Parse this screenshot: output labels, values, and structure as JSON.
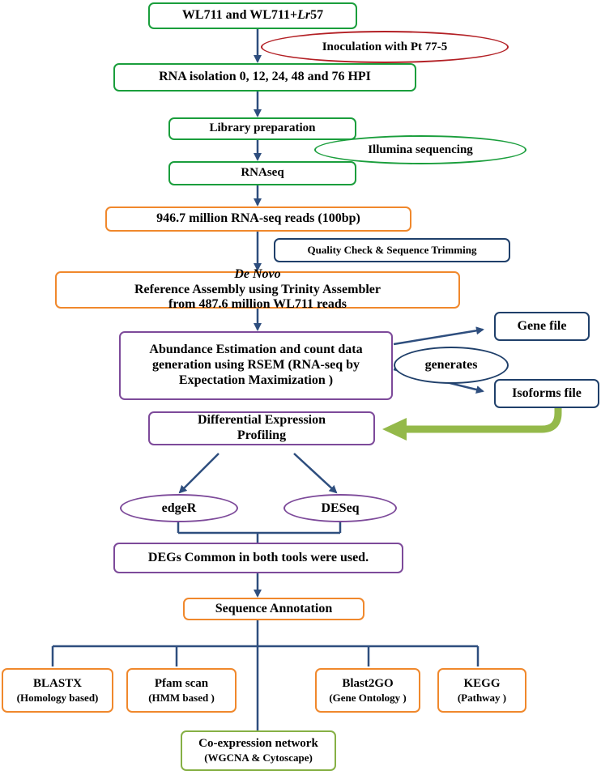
{
  "nodes": {
    "start": {
      "prefix": "WL711 and WL711+",
      "italic": "Lr",
      "suffix": "57"
    },
    "inoculation": "Inoculation with Pt 77-5",
    "rna_isolation": "RNA isolation 0, 12, 24, 48 and 76 HPI",
    "library_prep": "Library preparation",
    "illumina": "Illumina sequencing",
    "rnaseq": "RNAseq",
    "reads": "946.7 million RNA-seq reads (100bp)",
    "quality_check": "Quality Check & Sequence Trimming",
    "assembly": {
      "italic": "De Novo",
      "line1_rest": " Reference Assembly  using Trinity Assembler",
      "line2": "from 487.6 million WL711 reads"
    },
    "abundance": {
      "line1": "Abundance Estimation and count data",
      "line2": "generation using RSEM (RNA-seq by",
      "line3": "Expectation Maximization )"
    },
    "generates": "generates",
    "gene_file": "Gene file",
    "isoforms_file": "Isoforms file",
    "diff_expr": {
      "line1": "Differential Expression",
      "line2": "Profiling"
    },
    "edger": "edgeR",
    "deseq": "DESeq",
    "degs_common": "DEGs Common in both tools were used.",
    "seq_annotation": "Sequence Annotation",
    "blastx": {
      "line1": "BLASTX",
      "line2": "(Homology based)"
    },
    "pfam": {
      "line1": "Pfam scan",
      "line2": "(HMM based )"
    },
    "blast2go": {
      "line1": "Blast2GO",
      "line2": "(Gene Ontology )"
    },
    "kegg": {
      "line1": "KEGG",
      "line2": "(Pathway )"
    },
    "coexpression": {
      "line1": "Co-expression network",
      "line2": "(WGCNA & Cytoscape)"
    }
  },
  "colors": {
    "arrow": "#2e4e7e",
    "big_arrow": "#94b94a",
    "green": "#1a9e3c",
    "red": "#b32025",
    "orange": "#f0882c",
    "navy": "#1f3f6a",
    "purple": "#7d4a9a",
    "light_green": "#86b045"
  }
}
